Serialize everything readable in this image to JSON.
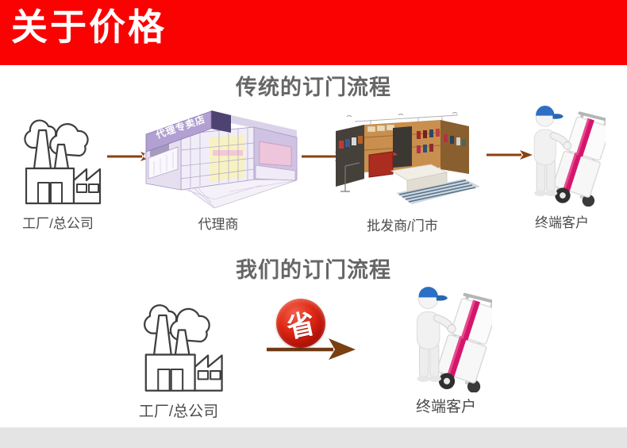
{
  "header": {
    "title": "关于价格",
    "bg_color": "#FA0202",
    "text_color": "#FFFFFF"
  },
  "traditional": {
    "title": "传统的订门流程",
    "steps": [
      {
        "icon": "factory-icon",
        "label": "工厂/总公司"
      },
      {
        "icon": "agent-store-illustration",
        "label": "代理商",
        "sign": "代理专卖店"
      },
      {
        "icon": "wholesale-store-illustration",
        "label": "批发商/门市"
      },
      {
        "icon": "customer-handtruck-icon",
        "label": "终端客户"
      }
    ]
  },
  "ours": {
    "title": "我们的订门流程",
    "steps": [
      {
        "icon": "factory-icon",
        "label": "工厂/总公司"
      },
      {
        "icon": "customer-handtruck-icon",
        "label": "终端客户"
      }
    ],
    "badge": "省"
  },
  "colors": {
    "accent_red": "#FA0202",
    "title_gray": "#666666",
    "label_gray": "#4B4B4B",
    "arrow_brown": "#8A4012",
    "badge_red": "#C3150A",
    "strap_magenta": "#D5156B",
    "cap_blue": "#2D6FC4",
    "footer_gray": "#E4E4E4"
  }
}
